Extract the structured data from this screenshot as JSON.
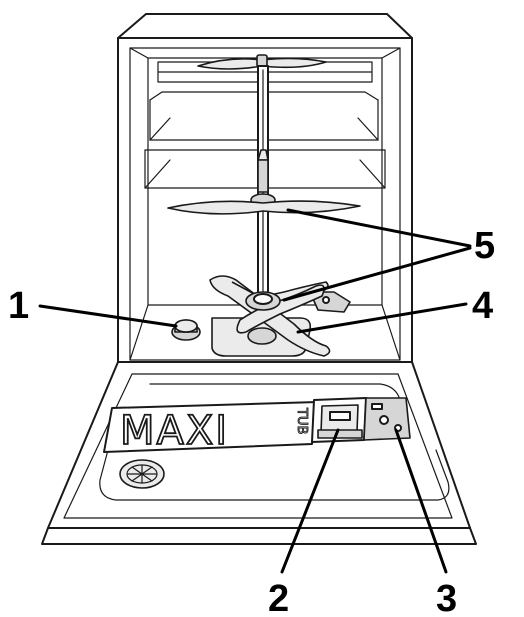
{
  "logo": {
    "main_text": "MAXI",
    "sub_text": "TUB"
  },
  "callouts": [
    {
      "id": "1",
      "label": "1"
    },
    {
      "id": "2",
      "label": "2"
    },
    {
      "id": "3",
      "label": "3"
    },
    {
      "id": "4",
      "label": "4"
    },
    {
      "id": "5",
      "label": "5"
    }
  ],
  "colors": {
    "outline": "#1a1a1a",
    "fill_light": "#ebebeb",
    "fill_grey": "#d6d6d6",
    "background": "#ffffff"
  }
}
